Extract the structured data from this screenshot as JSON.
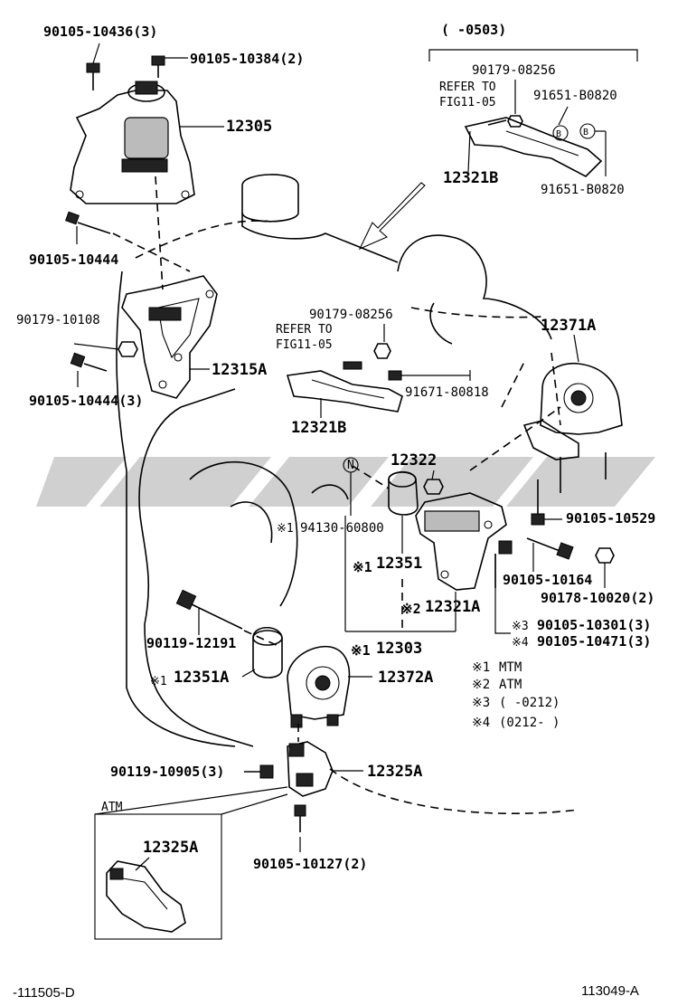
{
  "period_header": "(    -0503)",
  "labels": {
    "bolt_top_left": "90105-10436(3)",
    "bolt_top_mid": "90105-10384(2)",
    "part_12305": "12305",
    "bolt_90105_10444_a": "90105-10444",
    "nut_90179_10108": "90179-10108",
    "part_12315a": "12315A",
    "bolt_90105_10444_b": "90105-10444(3)",
    "inset_90179_08256": "90179-08256",
    "inset_refer_to": "REFER TO",
    "inset_fig": "FIG11-05",
    "inset_91651_a": "91651-B0820",
    "inset_12321b": "12321B",
    "inset_91651_b": "91651-B0820",
    "mid_90179_08256": "90179-08256",
    "mid_refer_to": "REFER TO",
    "mid_fig": "FIG11-05",
    "mid_91671_80818": "91671-80818",
    "mid_12321b": "12321B",
    "part_12371a": "12371A",
    "part_12322": "12322",
    "nut_94130": "94130-60800",
    "part_12351_a": "12351",
    "part_12321a": "12321A",
    "bolt_90105_10529": "90105-10529",
    "bolt_90105_10164": "90105-10164",
    "nut_90178_10020": "90178-10020(2)",
    "bolt_90105_10301": "90105-10301(3)",
    "bolt_90105_10471": "90105-10471(3)",
    "bolt_90119_12191": "90119-12191",
    "part_12303": "12303",
    "part_12351_b": "12351A",
    "part_12372a": "12372A",
    "bolt_90119_10905": "90119-10905(3)",
    "part_12325a": "12325A",
    "atm_box_title": "ATM",
    "atm_12325a": "12325A",
    "bolt_90105_10127": "90105-10127(2)"
  },
  "marks": {
    "m1": "※1",
    "m2": "※2",
    "m3": "※3",
    "m4": "※4",
    "n_circle": "N",
    "b_circle": "B"
  },
  "legend": [
    {
      "mark": "※1",
      "text": "MTM"
    },
    {
      "mark": "※2",
      "text": "ATM"
    },
    {
      "mark": "※3",
      "text": "(        -0212)"
    },
    {
      "mark": "※4",
      "text": "(0212-        )"
    }
  ],
  "footer": {
    "left_code": "-111505-D",
    "right_code": "113049-A"
  }
}
